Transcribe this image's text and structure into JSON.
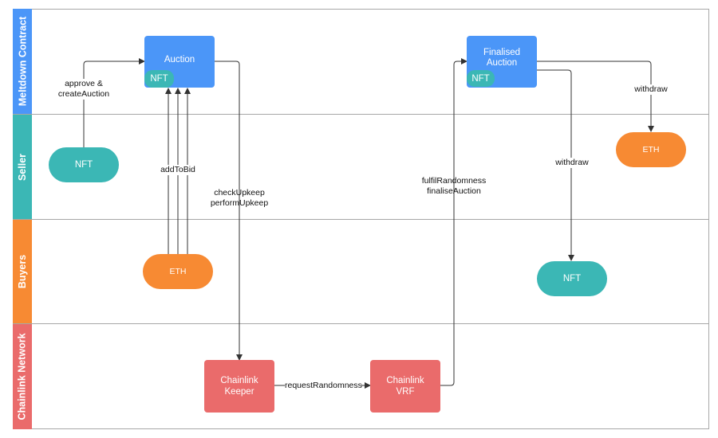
{
  "lanes": [
    {
      "label": "Meltdown Contract",
      "color": "#4b96f8"
    },
    {
      "label": "Seller",
      "color": "#3bb7b5"
    },
    {
      "label": "Buyers",
      "color": "#f78a33"
    },
    {
      "label": "Chainlink Network",
      "color": "#ea6b6b"
    }
  ],
  "nodes": {
    "auction": "Auction",
    "auction_tag": "NFT",
    "finalised_line1": "Finalised",
    "finalised_line2": "Auction",
    "finalised_tag": "NFT",
    "seller_nft": "NFT",
    "seller_eth": "ETH",
    "buyers_eth": "ETH",
    "buyers_nft": "NFT",
    "keeper_line1": "Chainlink",
    "keeper_line2": "Keeper",
    "vrf_line1": "Chainlink",
    "vrf_line2": "VRF"
  },
  "edges": {
    "approve_line1": "approve &",
    "approve_line2": "createAuction",
    "add_to_bid": "addToBid",
    "check_upkeep": "checkUpkeep",
    "perform_upkeep": "performUpkeep",
    "request_randomness": "requestRandomness",
    "fulfil_randomness": "fulfilRandomness",
    "finalise_auction": "finaliseAuction",
    "withdraw_seller": "withdraw",
    "withdraw_buyers": "withdraw"
  }
}
